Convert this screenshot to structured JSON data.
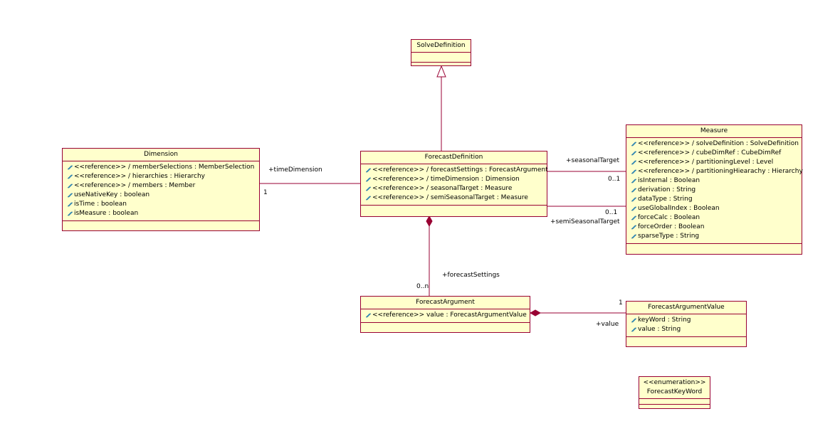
{
  "colors": {
    "border": "#990033",
    "fill": "#ffffcc",
    "icon": "#3399cc"
  },
  "classes": {
    "solve_definition": {
      "name": "SolveDefinition",
      "attributes": []
    },
    "dimension": {
      "name": "Dimension",
      "attributes": [
        "<<reference>> / memberSelections : MemberSelection",
        "<<reference>> / hierarchies : Hierarchy",
        "<<reference>> / members : Member",
        "useNativeKey : boolean",
        "isTime : boolean",
        "isMeasure : boolean"
      ]
    },
    "forecast_definition": {
      "name": "ForecastDefinition",
      "attributes": [
        "<<reference>> / forecastSettings : ForecastArgument",
        "<<reference>> / timeDimension : Dimension",
        "<<reference>> / seasonalTarget : Measure",
        "<<reference>> / semiSeasonalTarget : Measure"
      ]
    },
    "measure": {
      "name": "Measure",
      "attributes": [
        "<<reference>> / solveDefinition : SolveDefinition",
        "<<reference>> / cubeDimRef : CubeDimRef",
        "<<reference>> / partitioningLevel : Level",
        "<<reference>> / partitioningHiearachy : Hierarchy",
        "isInternal : Boolean",
        "derivation : String",
        "dataType : String",
        "useGlobalIndex : Boolean",
        "forceCalc : Boolean",
        "forceOrder : Boolean",
        "sparseType : String"
      ]
    },
    "forecast_argument": {
      "name": "ForecastArgument",
      "attributes": [
        "<<reference>> value : ForecastArgumentValue"
      ]
    },
    "forecast_argument_value": {
      "name": "ForecastArgumentValue",
      "attributes": [
        "keyWord : String",
        "value : String"
      ]
    },
    "forecast_key_word": {
      "stereotype": "<<enumeration>>",
      "name": "ForecastKeyWord",
      "attributes": []
    }
  },
  "labels": {
    "time_dimension_role": "+timeDimension",
    "time_dimension_mult": "1",
    "seasonal_target_role": "+seasonalTarget",
    "seasonal_target_mult": "0..1",
    "semi_seasonal_target_mult": "0..1",
    "semi_seasonal_target_role": "+semiSeasonalTarget",
    "forecast_settings_role": "+forecastSettings",
    "forecast_settings_mult": "0..n",
    "value_mult": "1",
    "value_role": "+value"
  }
}
